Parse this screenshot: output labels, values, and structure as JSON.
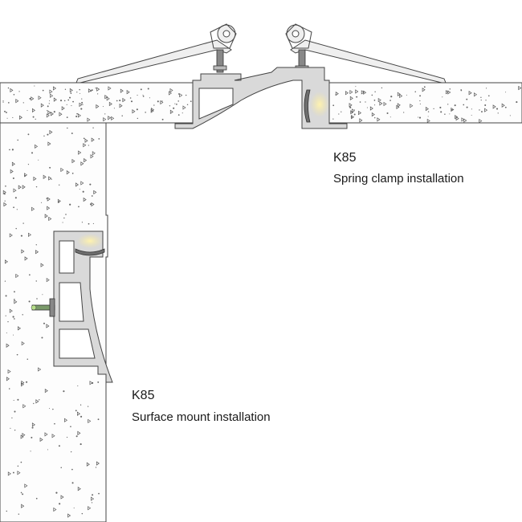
{
  "labels": {
    "spring": {
      "model": "K85",
      "caption": "Spring clamp installation"
    },
    "surface": {
      "model": "K85",
      "caption": "Surface mount installation"
    }
  },
  "colors": {
    "background": "#ffffff",
    "outline": "#444444",
    "aluminum": "#d9d9d9",
    "concrete": "#fdfdfd",
    "led_glow": "#f3e6a6",
    "diffuser": "#6e6e6e",
    "text": "#1a1a1a"
  },
  "icons": [
    "spring-clamp-icon",
    "screw-icon",
    "led-strip-icon",
    "wall-anchor-icon"
  ]
}
